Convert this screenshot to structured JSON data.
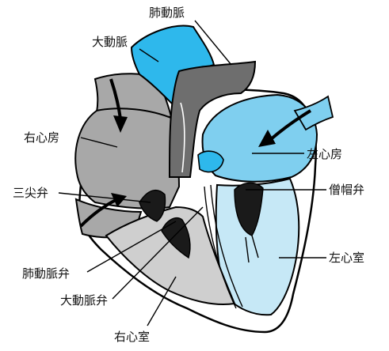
{
  "labels": {
    "pulmonary_artery": "肺動脈",
    "aorta": "大動脈",
    "right_atrium": "右心房",
    "left_atrium": "左心房",
    "tricuspid_valve": "三尖弁",
    "mitral_valve": "僧帽弁",
    "left_ventricle": "左心室",
    "pulmonary_valve": "肺動脈弁",
    "aortic_valve": "大動脈弁",
    "right_ventricle": "右心室"
  },
  "colors": {
    "deoxygenated": "#A8A8A8",
    "deoxygenated_dark": "#6E6E6E",
    "right_ventricle": "#CFCFCF",
    "oxygenated_artery": "#2EB8EC",
    "left_atrium": "#7FCFEF",
    "left_ventricle": "#C6E8F6",
    "valve": "#1A1A1A",
    "outline": "#000000"
  }
}
